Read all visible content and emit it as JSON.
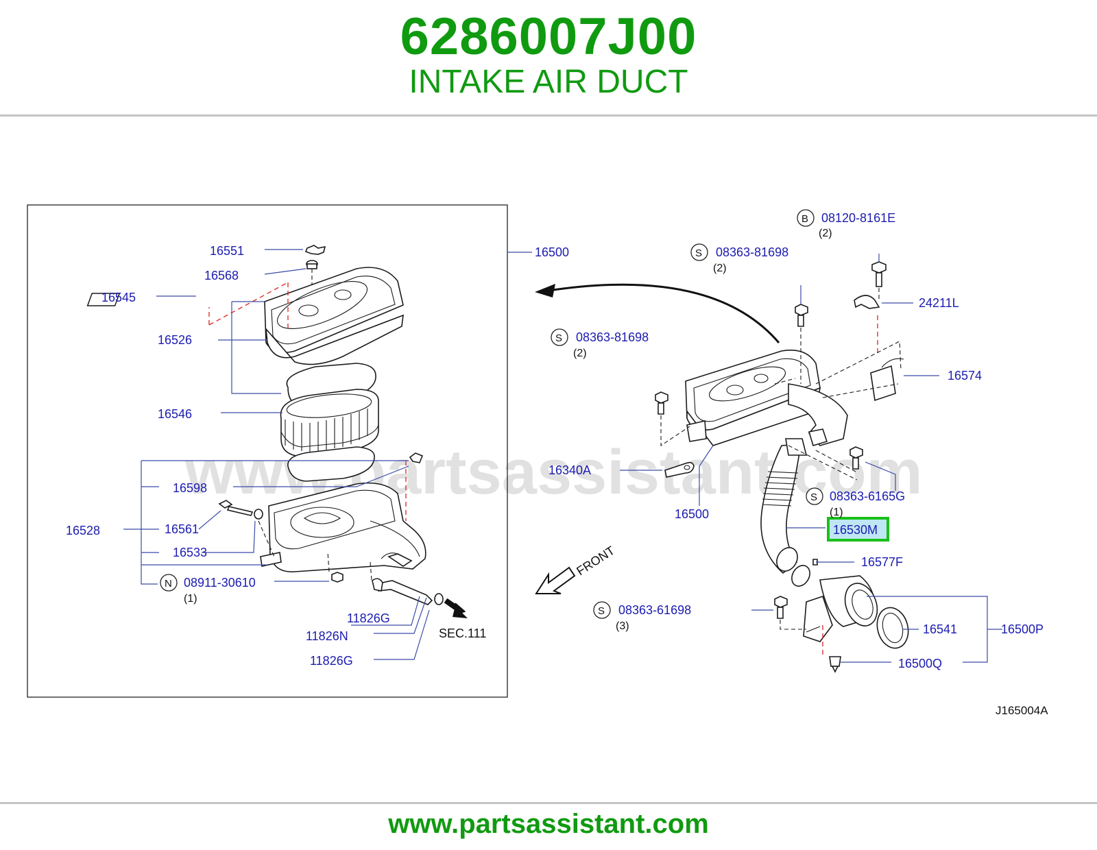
{
  "header": {
    "part_number": "6286007J00",
    "part_name": "INTAKE AIR DUCT"
  },
  "footer": {
    "url": "www.partsassistant.com"
  },
  "diagram": {
    "watermark": "www.partsassistant.com",
    "reference_code": "J165004A",
    "front_label": "FRONT",
    "sec_label": "SEC.111",
    "highlighted_part": "16530M",
    "highlight_color": "#19c019",
    "callouts": {
      "p16551": "16551",
      "p16568": "16568",
      "p16545": "16545",
      "p16526": "16526",
      "p16546": "16546",
      "p16598": "16598",
      "p16528": "16528",
      "p16561": "16561",
      "p16533": "16533",
      "p08911": "08911-30610",
      "p08911_qty": "(1)",
      "p11826g_a": "11826G",
      "p11826n": "11826N",
      "p11826g_b": "11826G",
      "p16500_box": "16500",
      "p08120": "08120-8161E",
      "p08120_qty": "(2)",
      "p08363_a": "08363-81698",
      "p08363_a_qty": "(2)",
      "p24211l": "24211L",
      "p08363_b": "08363-81698",
      "p08363_b_qty": "(2)",
      "p16574": "16574",
      "p16340a": "16340A",
      "p16500_main": "16500",
      "p08363_c": "08363-6165G",
      "p08363_c_qty": "(1)",
      "p16530m": "16530M",
      "p16577f": "16577F",
      "p08363_d": "08363-61698",
      "p08363_d_qty": "(3)",
      "p16541": "16541",
      "p16500p": "16500P",
      "p16500q": "16500Q"
    },
    "prefix_letters": {
      "n": "N",
      "b": "B",
      "s": "S"
    }
  }
}
